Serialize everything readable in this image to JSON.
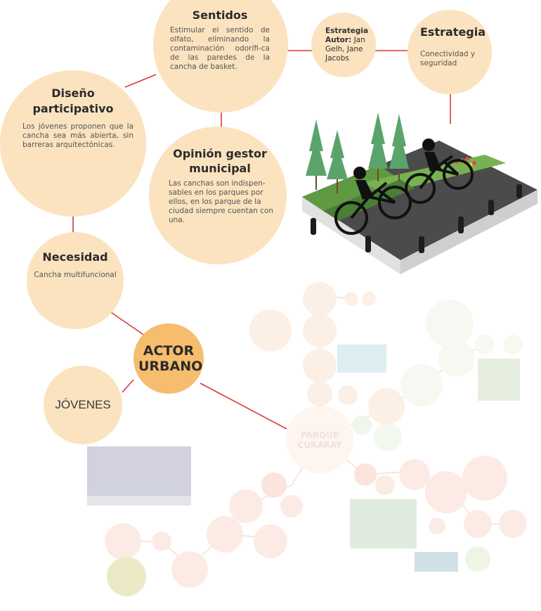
{
  "nodes": {
    "sentidos": {
      "title": "Sentidos",
      "text": "Estimular el sentido de olfato, eliminando la contaminación odorífi-ca de las paredes de la cancha de basket."
    },
    "estrategia_autor": {
      "label_bold": "Estrategia Autor:",
      "text": "Jan Gelh, Jane Jacobs"
    },
    "estrategia": {
      "title": "Estrategia",
      "text": "Conectividad y seguridad"
    },
    "diseno": {
      "title": "Diseño participativo",
      "text": "Los jóvenes proponen que la cancha sea más abierta, sin barreras arquitectónicas."
    },
    "opinion": {
      "title": "Opinión gestor municipal",
      "text": "Las canchas son indispen-sables en los parques por ellos, en los parque de la ciudad siempre cuentan con una."
    },
    "necesidad": {
      "title": "Necesidad",
      "text": "Cancha multifuncional"
    },
    "actor": {
      "title": "ACTOR URBANO"
    },
    "jovenes": {
      "title": "JÓVENES"
    }
  },
  "faded": {
    "parque": "PARQUE CURARAY"
  },
  "colors": {
    "node_fill": "#fbe3bf",
    "actor_fill": "#f7bd6e",
    "connector": "#d9393b"
  }
}
